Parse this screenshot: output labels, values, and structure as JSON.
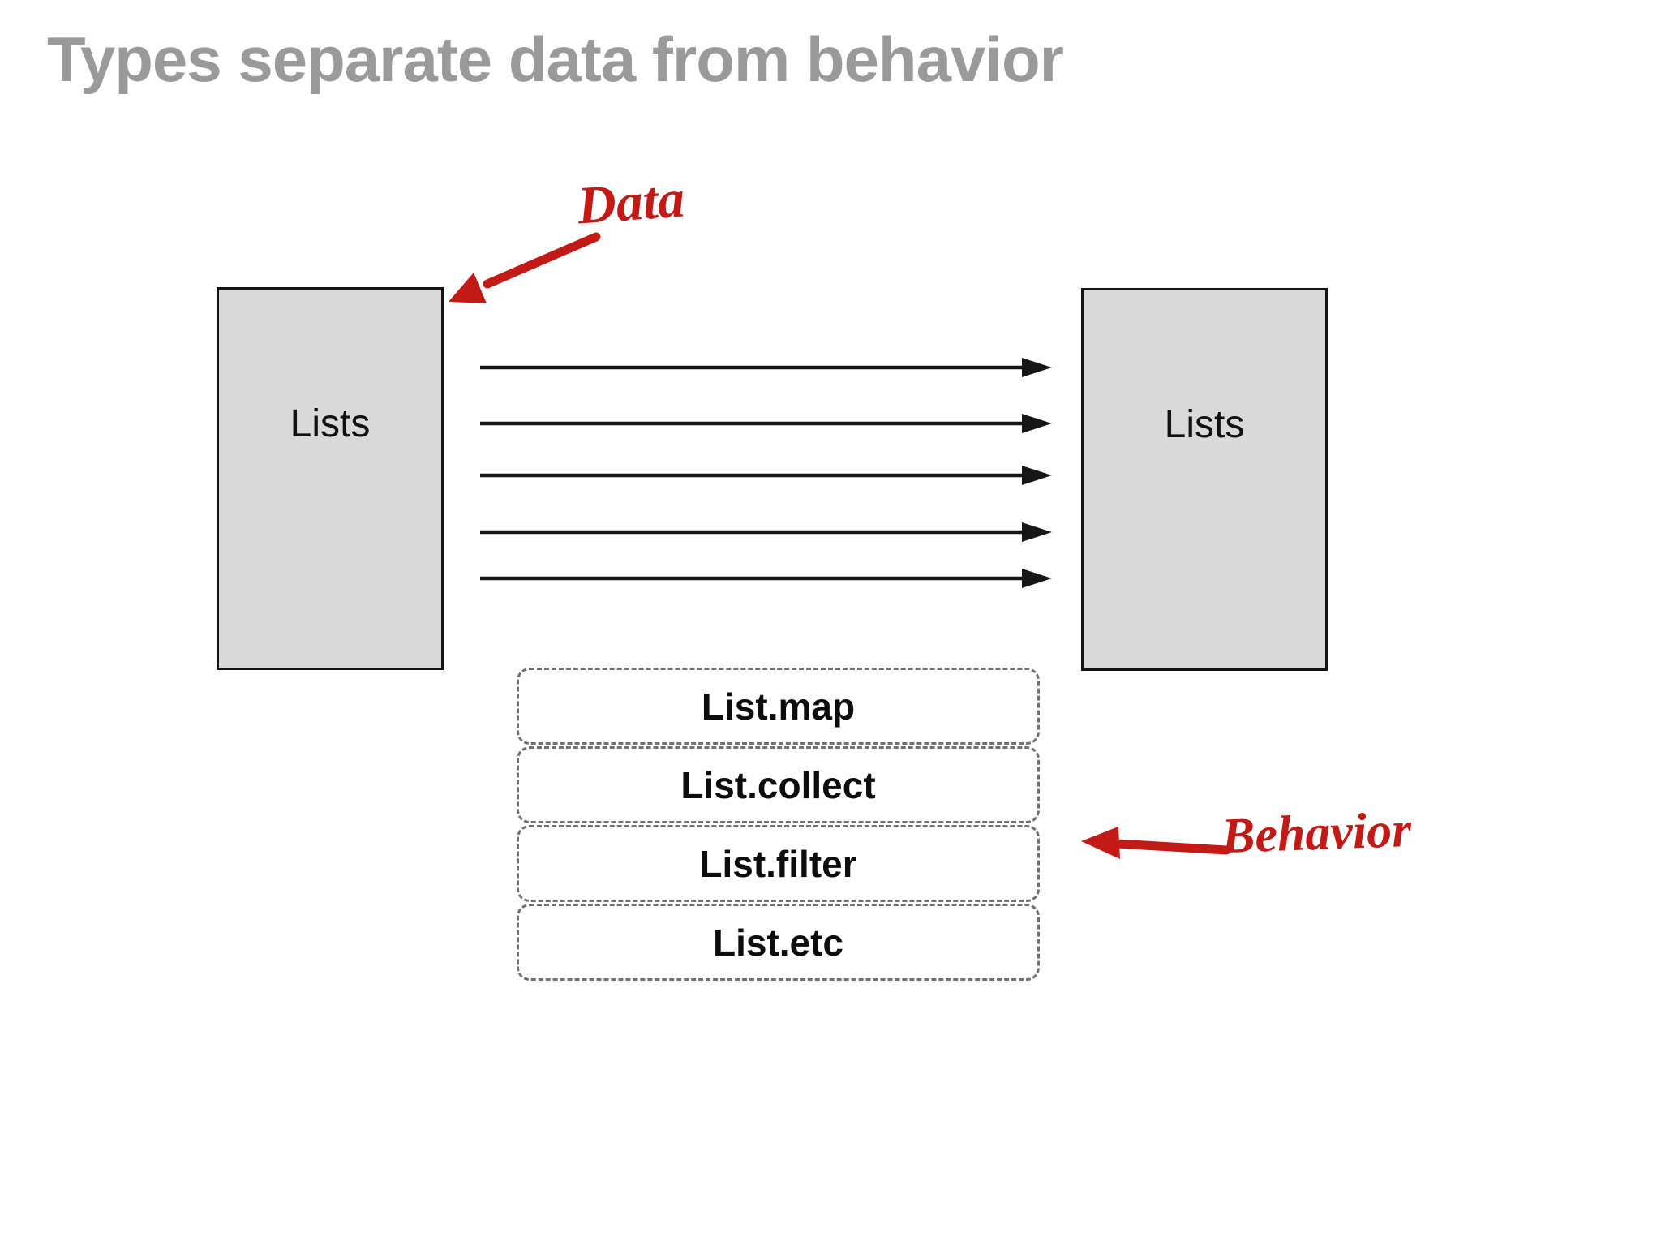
{
  "title": "Types separate data from behavior",
  "data_flow": {
    "left_box_label": "Lists",
    "right_box_label": "Lists",
    "arrow_count": 5
  },
  "annotations": {
    "data_label": "Data",
    "behavior_label": "Behavior"
  },
  "behavior_items": [
    "List.map",
    "List.collect",
    "List.filter",
    "List.etc"
  ],
  "colors": {
    "annotation_red": "#c21b17",
    "title_gray": "#9a9a9a",
    "box_fill": "#d9d9d9",
    "box_border": "#141414",
    "dashed_border": "#717171",
    "arrow_black": "#161616"
  }
}
